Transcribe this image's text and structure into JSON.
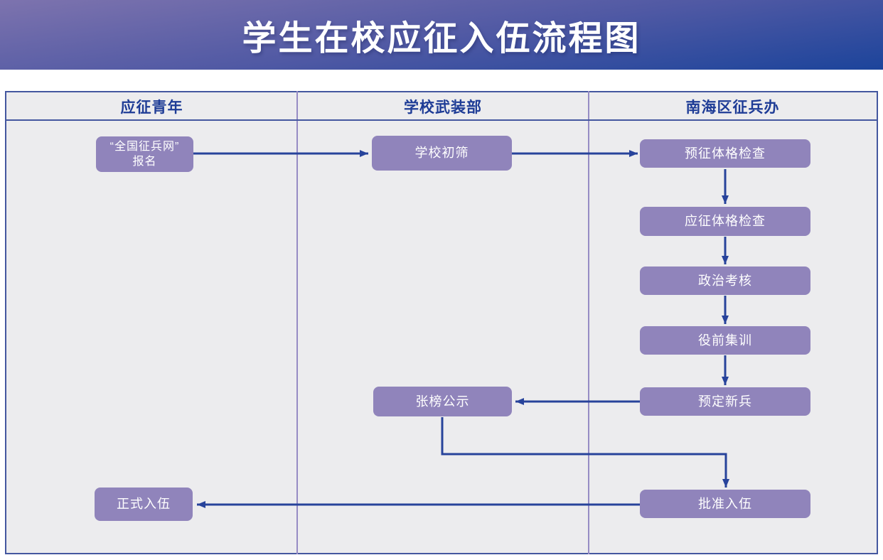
{
  "banner": {
    "title": "学生在校应征入伍流程图"
  },
  "columns": [
    {
      "label": "应征青年"
    },
    {
      "label": "学校武装部"
    },
    {
      "label": "南海区征兵办"
    }
  ],
  "nodes": {
    "register": {
      "line1": "“全国征兵网”",
      "line2": "报名"
    },
    "school_screen": {
      "label": "学校初筛"
    },
    "pre_physical": {
      "label": "预征体格检查"
    },
    "physical": {
      "label": "应征体格检查"
    },
    "political": {
      "label": "政治考核"
    },
    "training": {
      "label": "役前集训"
    },
    "pre_recruit": {
      "label": "预定新兵"
    },
    "announce": {
      "label": "张榜公示"
    },
    "approve": {
      "label": "批准入伍"
    },
    "enlist": {
      "label": "正式入伍"
    }
  },
  "colors": {
    "banner_gradient_top": "#7D73AE",
    "banner_gradient_bottom": "#1C449B",
    "title_text": "#FFFFFF",
    "header_text": "#1E3C96",
    "table_background": "#ECECEE",
    "outer_border_blue": "#44579F",
    "column_divider_purple": "#968CC4",
    "node_fill_purple": "#9084BB",
    "node_text": "#FFFFFF",
    "arrow_blue": "#27439B"
  }
}
